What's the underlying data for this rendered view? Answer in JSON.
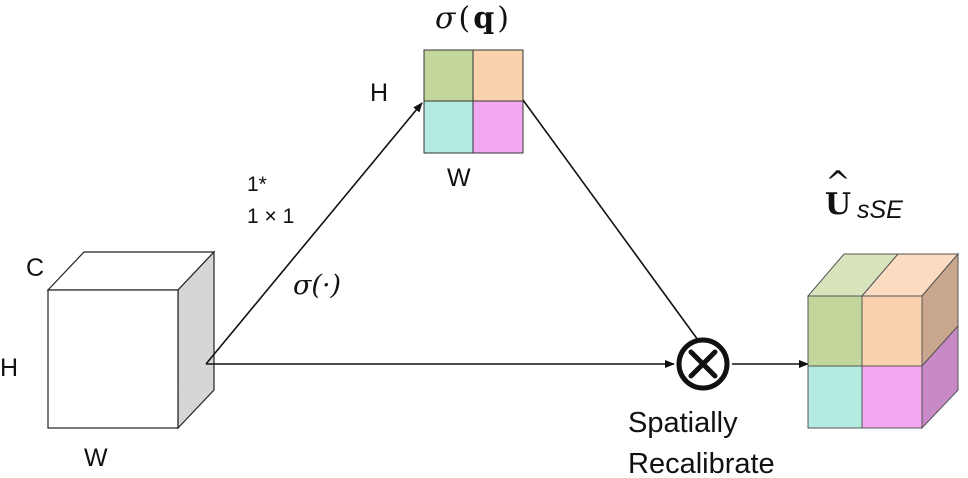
{
  "input_block": {
    "label_c": "C",
    "label_h": "H",
    "label_w": "W"
  },
  "conv": {
    "label_line1": "1*",
    "label_line2": "1 × 1",
    "activation": "σ(·)"
  },
  "spatial_map": {
    "title_sigma": "σ",
    "title_open": "(",
    "title_q": "q",
    "title_close": ")",
    "label_h": "H",
    "label_w": "W",
    "cell_colors": [
      "#c3d69b",
      "#fad3ae",
      "#b4ebe0",
      "#f2a9f2"
    ]
  },
  "operator": {
    "symbol": "⊗",
    "label_line1": "Spatially",
    "label_line2": "Recalibrate"
  },
  "output_block": {
    "title_main": "U",
    "title_hat": "^",
    "title_sub": "sSE",
    "front_colors": [
      "#c3d69b",
      "#fad3ae",
      "#b4ebe0",
      "#f2a9f2"
    ],
    "top_colors": [
      "#d7e4bc",
      "#fbdcc2"
    ],
    "side_colors": [
      "#c9a78e",
      "#c78ac7"
    ]
  }
}
